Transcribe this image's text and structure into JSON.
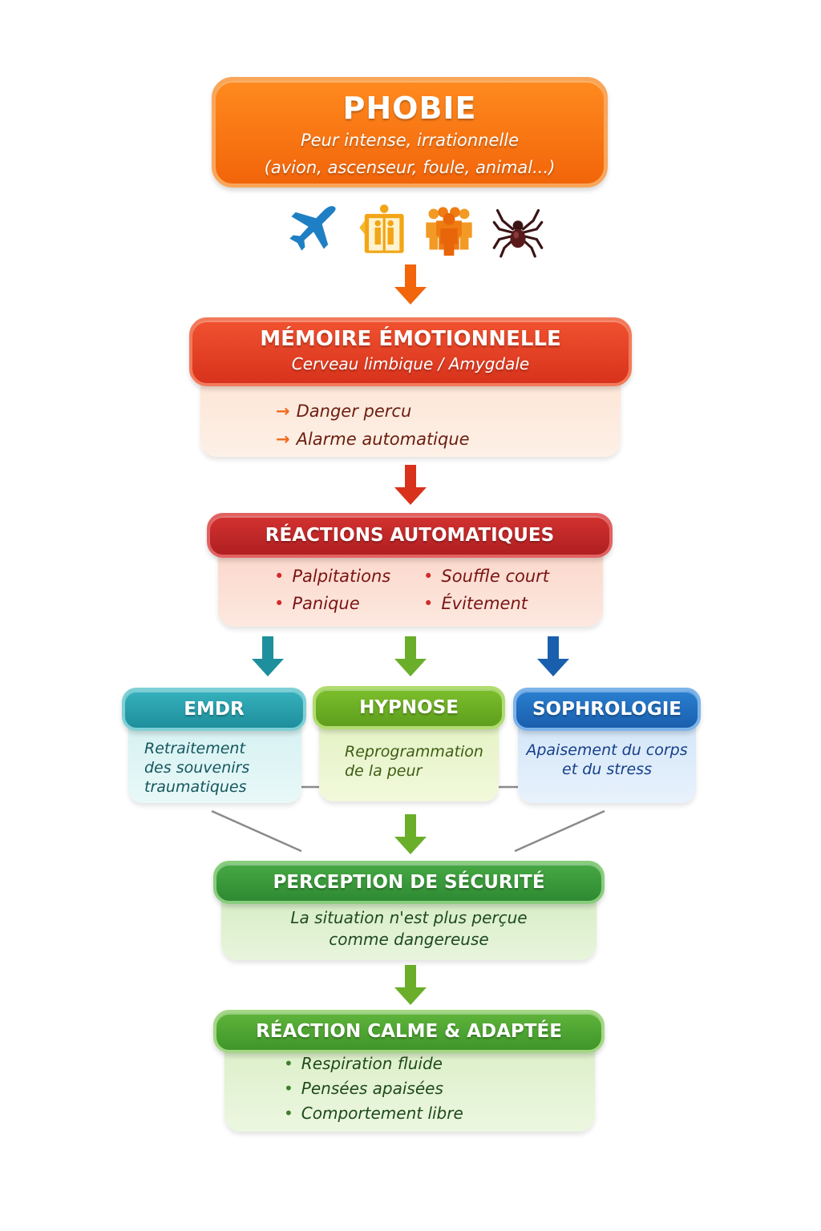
{
  "phobie": {
    "title": "PHOBIE",
    "subtitle_line1": "Peur intense, irrationnelle",
    "subtitle_line2": "(avion, ascenseur, foule, animal...)"
  },
  "icons": [
    "airplane-icon",
    "elevator-icon",
    "crowd-icon",
    "spider-icon"
  ],
  "memoire": {
    "title": "MÉMOIRE ÉMOTIONNELLE",
    "subtitle": "Cerveau limbique / Amygdale",
    "items": [
      "Danger percu",
      "Alarme automatique"
    ]
  },
  "reactions": {
    "title": "RÉACTIONS AUTOMATIQUES",
    "left": [
      "Palpitations",
      "Panique"
    ],
    "right": [
      "Souffle court",
      "Évitement"
    ]
  },
  "therapies": {
    "emdr": {
      "title": "EMDR",
      "lines": [
        "Retraitement",
        "des souvenirs",
        "traumatiques"
      ]
    },
    "hypnose": {
      "title": "HYPNOSE",
      "lines": [
        "Reprogrammation",
        "de la peur"
      ]
    },
    "sophrologie": {
      "title": "SOPHROLOGIE",
      "lines": [
        "Apaisement du corps",
        "et du stress"
      ]
    }
  },
  "securite": {
    "title": "PERCEPTION DE SÉCURITÉ",
    "line1": "La situation n'est plus perçue",
    "line2": "comme dangereuse"
  },
  "calme": {
    "title": "RÉACTION CALME & ADAPTÉE",
    "items": [
      "Respiration fluide",
      "Pensées apaisées",
      "Comportement libre"
    ]
  },
  "colors": {
    "phobie": "#f2650a",
    "memoire": "#d8321c",
    "reactions": "#b01f22",
    "emdr": "#1e8f9c",
    "hypnose": "#5e9e1d",
    "sophrologie": "#1a5fae",
    "securite": "#2f8a33",
    "calme": "#3f962a"
  }
}
